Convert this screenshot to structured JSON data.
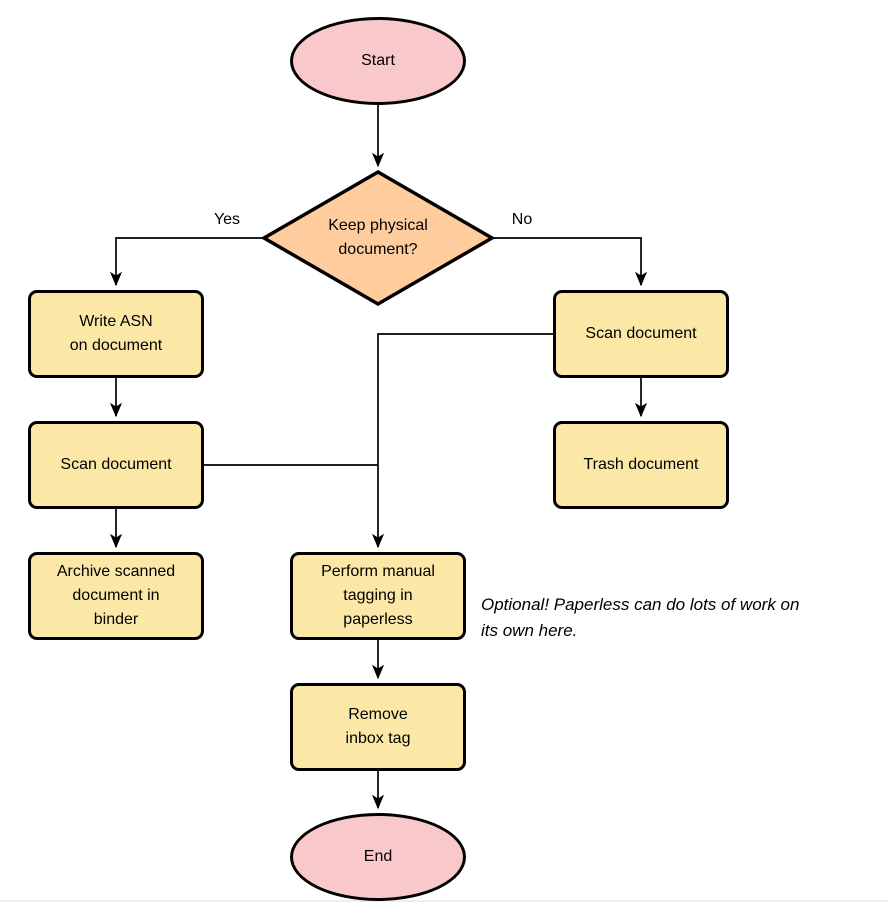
{
  "diagram": {
    "nodes": {
      "start": "Start",
      "decision": "Keep physical\ndocument?",
      "write_asn": "Write ASN\non document",
      "scan_left": "Scan document",
      "archive": "Archive scanned\ndocument in\nbinder",
      "scan_right": "Scan document",
      "trash": "Trash document",
      "tagging": "Perform manual\ntagging in\npaperless",
      "remove_inbox": "Remove\ninbox tag",
      "end": "End"
    },
    "edge_labels": {
      "yes": "Yes",
      "no": "No"
    },
    "note": "Optional! Paperless can do lots of work on\nits own here.",
    "colors": {
      "terminal_fill": "#f9c8cb",
      "decision_fill": "#ffcc9e",
      "process_fill": "#fce8a6",
      "stroke": "#000000"
    }
  }
}
